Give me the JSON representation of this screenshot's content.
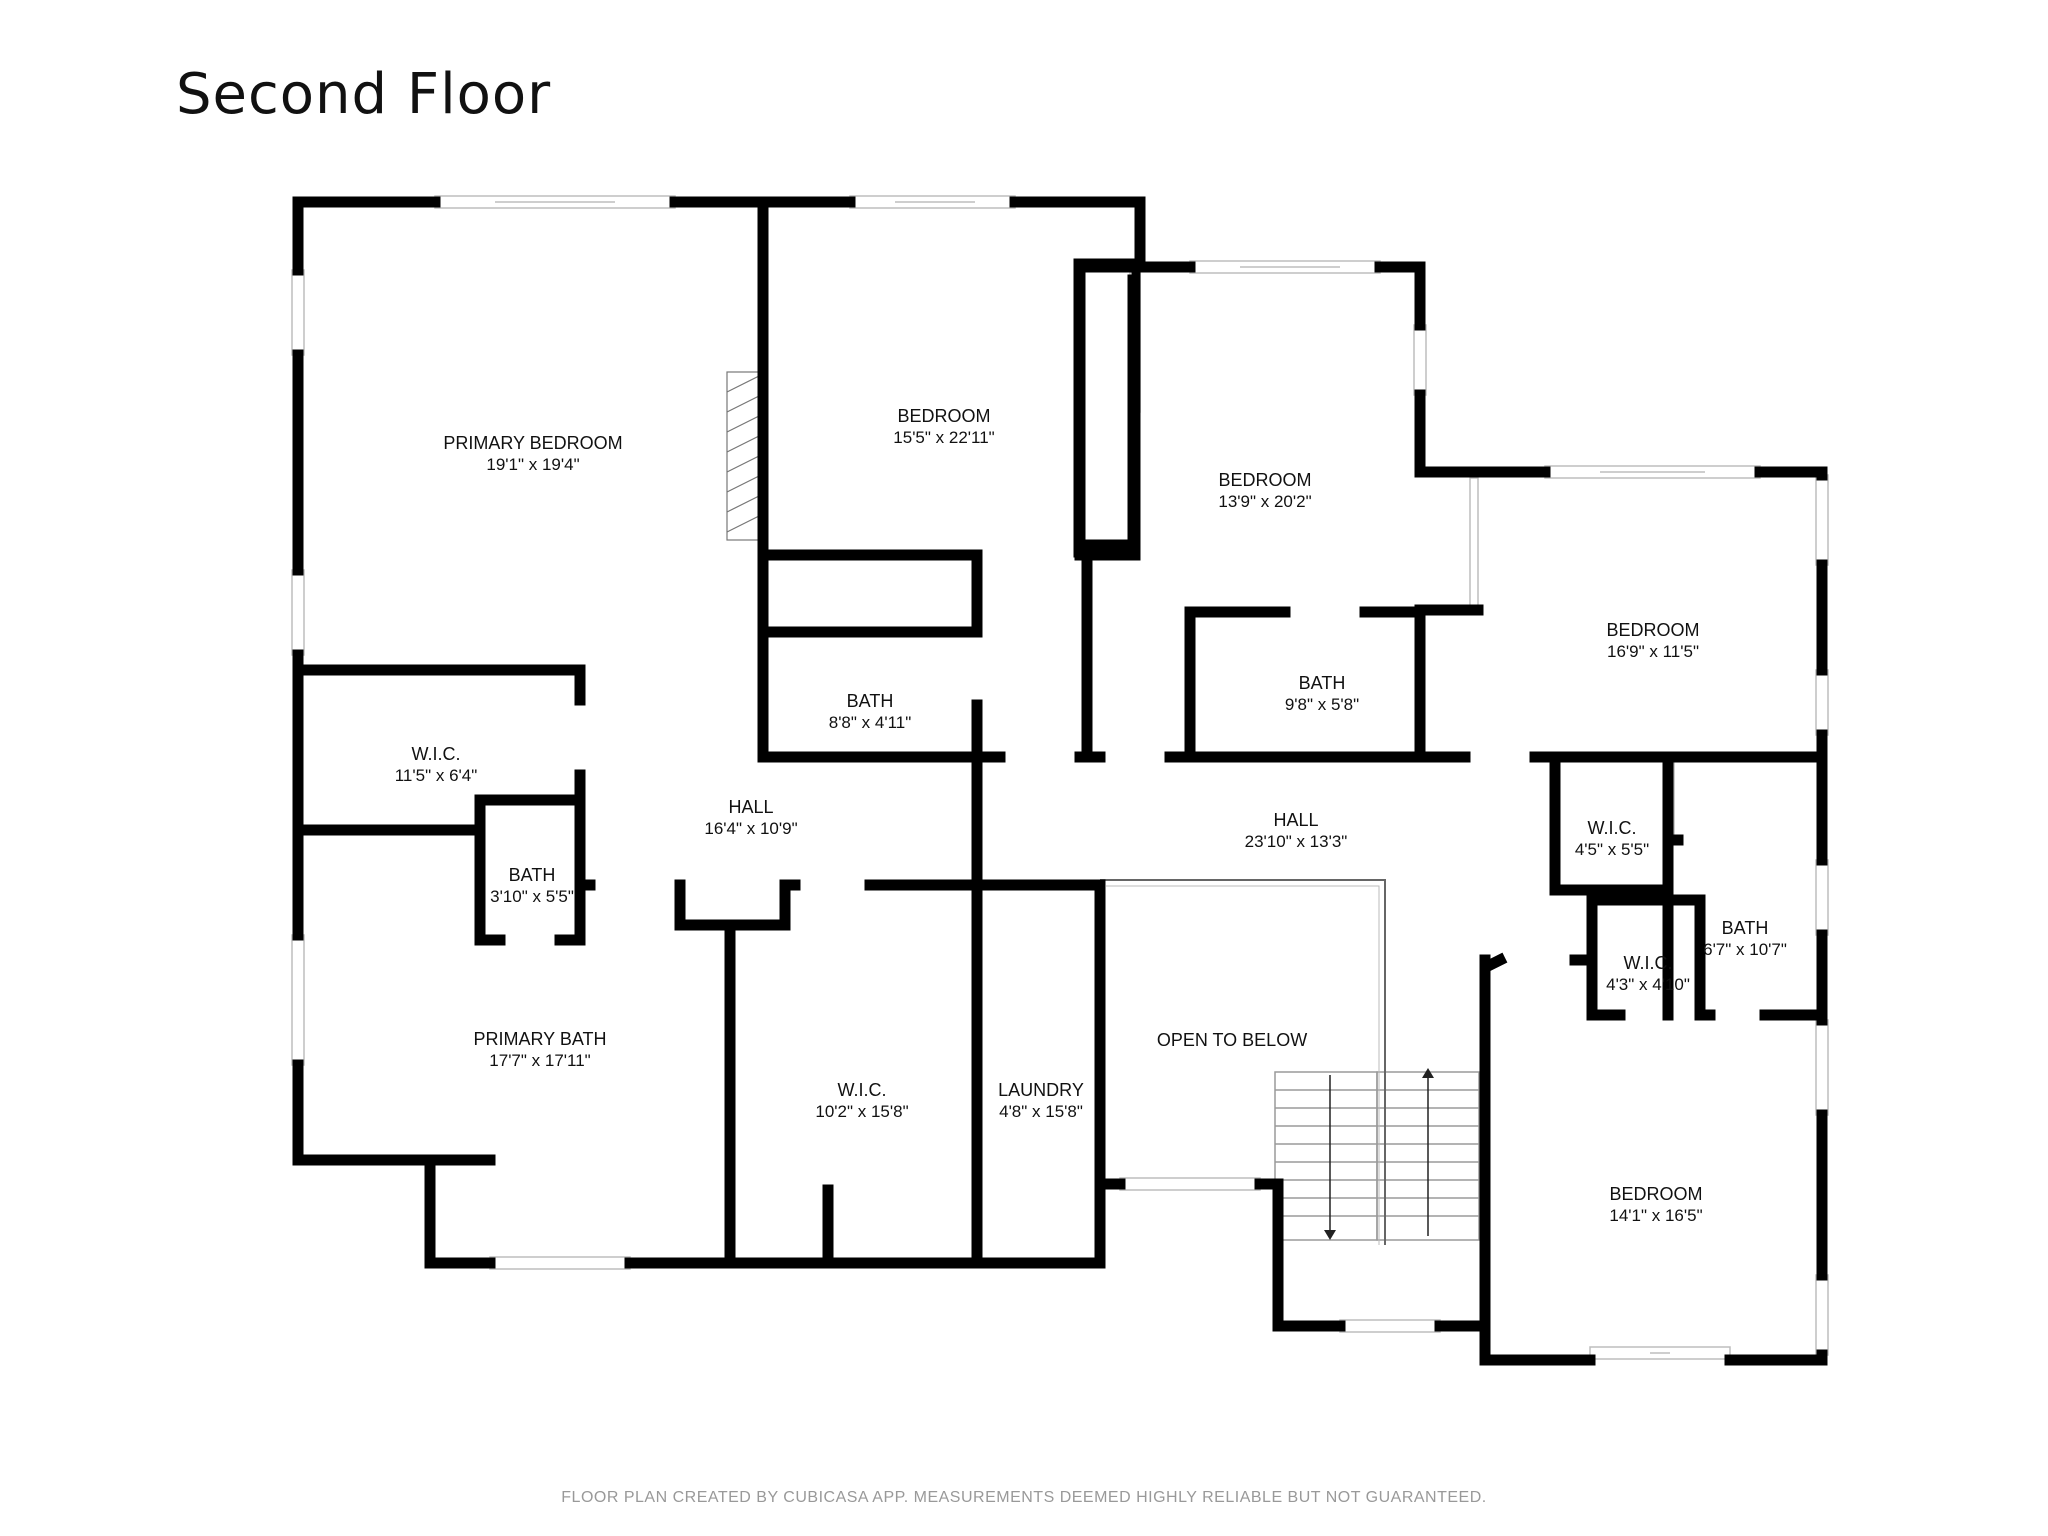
{
  "header": {
    "title": "Second Floor"
  },
  "rooms": {
    "primary_bedroom": {
      "name": "PRIMARY BEDROOM",
      "dims": "19'1\" x 19'4\""
    },
    "bedroom_1": {
      "name": "BEDROOM",
      "dims": "15'5\" x 22'11\""
    },
    "bedroom_2": {
      "name": "BEDROOM",
      "dims": "13'9\" x 20'2\""
    },
    "bedroom_3": {
      "name": "BEDROOM",
      "dims": "16'9\" x 11'5\""
    },
    "bedroom_4": {
      "name": "BEDROOM",
      "dims": "14'1\" x 16'5\""
    },
    "wic_1": {
      "name": "W.I.C.",
      "dims": "11'5\" x 6'4\""
    },
    "wic_2": {
      "name": "W.I.C.",
      "dims": "10'2\" x 15'8\""
    },
    "wic_3": {
      "name": "W.I.C.",
      "dims": "4'5\" x 5'5\""
    },
    "wic_4": {
      "name": "W.I.C.",
      "dims": "4'3\" x 4'10\""
    },
    "bath_1": {
      "name": "BATH",
      "dims": "8'8\" x 4'11\""
    },
    "bath_2": {
      "name": "BATH",
      "dims": "9'8\" x 5'8\""
    },
    "bath_3": {
      "name": "BATH",
      "dims": "3'10\" x 5'5\""
    },
    "bath_4": {
      "name": "BATH",
      "dims": "6'7\" x 10'7\""
    },
    "primary_bath": {
      "name": "PRIMARY BATH",
      "dims": "17'7\" x 17'11\""
    },
    "hall_1": {
      "name": "HALL",
      "dims": "16'4\" x 10'9\""
    },
    "hall_2": {
      "name": "HALL",
      "dims": "23'10\" x 13'3\""
    },
    "laundry": {
      "name": "LAUNDRY",
      "dims": "4'8\" x 15'8\""
    },
    "open_to_below": {
      "name": "OPEN TO BELOW"
    }
  },
  "footer": {
    "disclaimer": "FLOOR PLAN CREATED BY CUBICASA APP. MEASUREMENTS DEEMED HIGHLY RELIABLE BUT NOT GUARANTEED."
  },
  "colors": {
    "wall": "#000000",
    "window": "#cfcfcf",
    "text": "#111111",
    "footer_text": "#999999"
  }
}
